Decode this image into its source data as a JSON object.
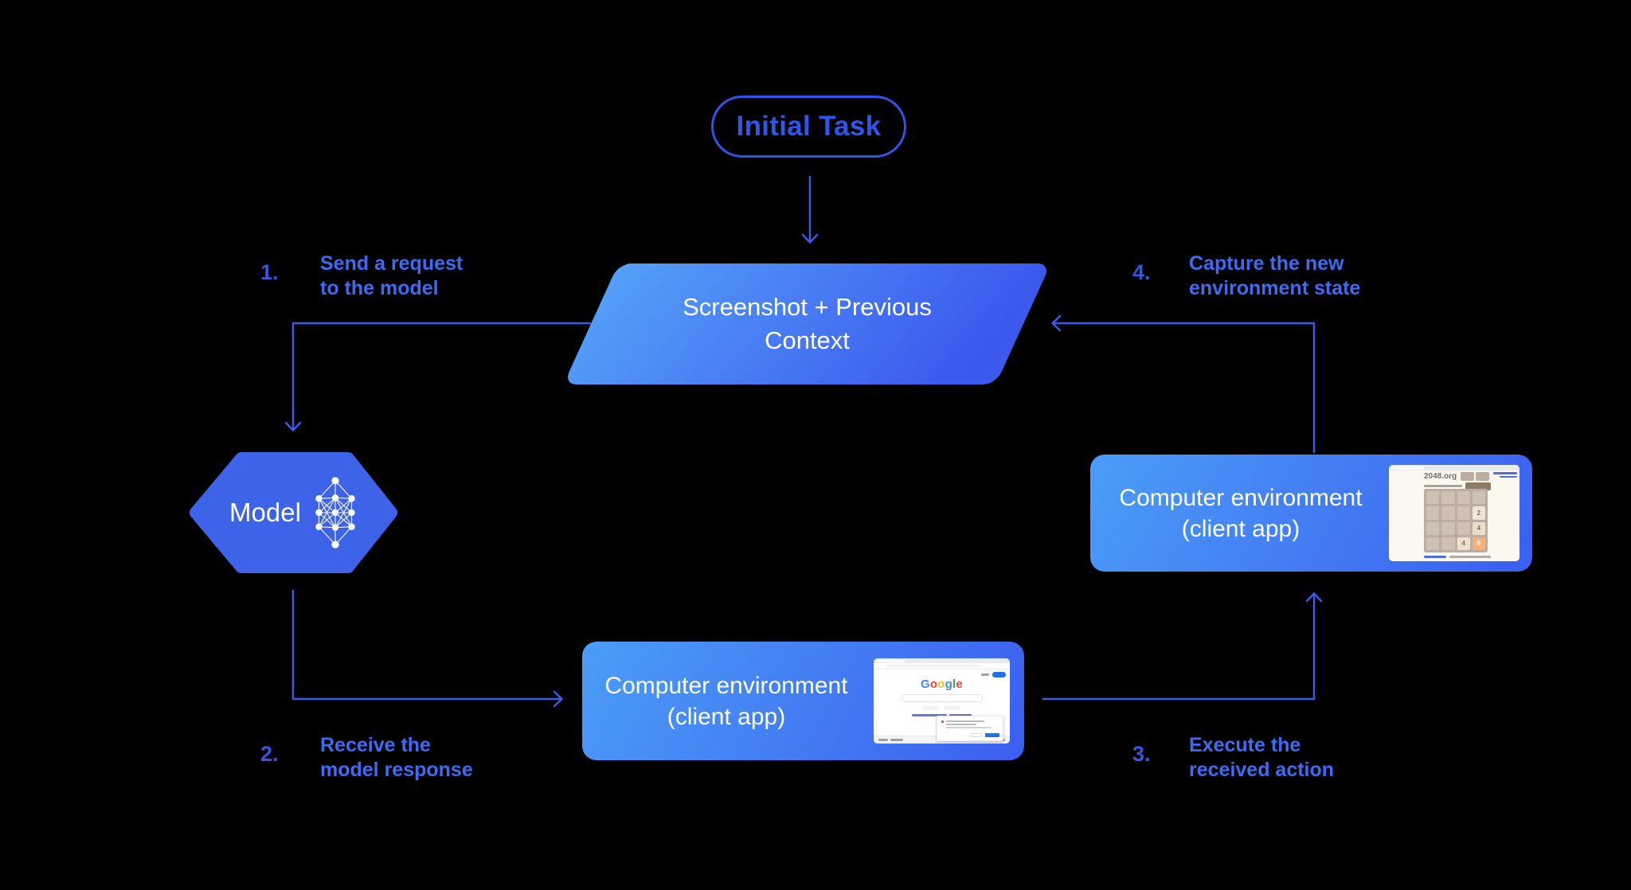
{
  "diagram": {
    "background": "#000000",
    "arrow_color": "#3a5ae8",
    "pill_blue": "#2e55ec",
    "label_blue": "#3d6bf5",
    "number_blue": "#3356e3",
    "shape_gradient_from": "#4b9df7",
    "shape_gradient_to": "#3b5eef"
  },
  "nodes": {
    "initial_task": {
      "label": "Initial Task"
    },
    "context": {
      "line1": "Screenshot + Previous",
      "line2": "Context"
    },
    "model": {
      "label": "Model"
    },
    "env_bottom": {
      "line1": "Computer environment",
      "line2": "(client app)"
    },
    "env_right": {
      "line1": "Computer environment",
      "line2": "(client app)"
    }
  },
  "steps": [
    {
      "num": "1.",
      "line1": "Send a request",
      "line2": "to the model"
    },
    {
      "num": "2.",
      "line1": "Receive the",
      "line2": "model response"
    },
    {
      "num": "3.",
      "line1": "Execute the",
      "line2": "received action"
    },
    {
      "num": "4.",
      "line1": "Capture the new",
      "line2": "environment state"
    }
  ],
  "thumbnails": {
    "game": {
      "site": "2048.org",
      "grid_rows": 4,
      "grid_cols": 4,
      "tiles": [
        {
          "row": 2,
          "col": 4,
          "value": "2",
          "bg": "#eee4da",
          "fg": "#776e65"
        },
        {
          "row": 3,
          "col": 4,
          "value": "4",
          "bg": "#ede0c8",
          "fg": "#776e65"
        },
        {
          "row": 4,
          "col": 3,
          "value": "4",
          "bg": "#ede0c8",
          "fg": "#776e65"
        },
        {
          "row": 4,
          "col": 4,
          "value": "8",
          "bg": "#f2b179",
          "fg": "#f9f6f2"
        }
      ]
    },
    "search": {
      "logo": "Google",
      "logo_colors": [
        "#4285F4",
        "#EA4335",
        "#FBBC05",
        "#4285F4",
        "#34A853",
        "#EA4335"
      ]
    }
  }
}
